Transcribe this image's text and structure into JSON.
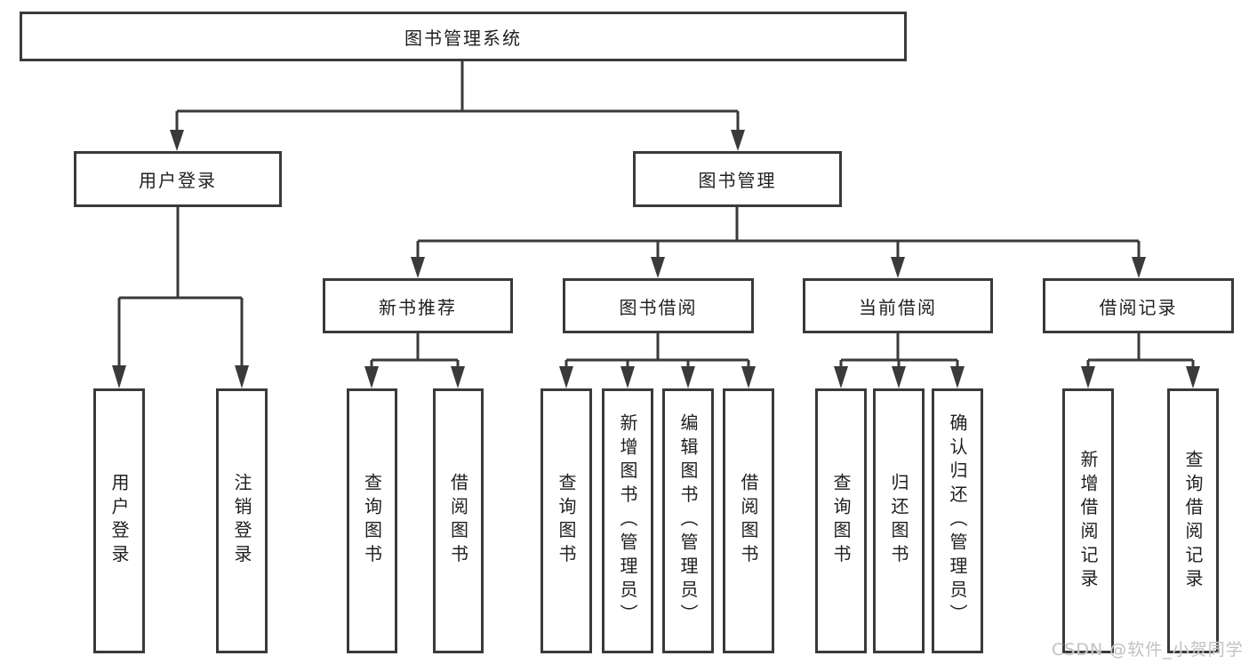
{
  "diagram": {
    "tree": {
      "label": "图书管理系统",
      "children": [
        {
          "label": "用户登录",
          "children": [
            {
              "label": "用户登录"
            },
            {
              "label": "注销登录"
            }
          ]
        },
        {
          "label": "图书管理",
          "children": [
            {
              "label": "新书推荐",
              "children": [
                {
                  "label": "查询图书"
                },
                {
                  "label": "借阅图书"
                }
              ]
            },
            {
              "label": "图书借阅",
              "children": [
                {
                  "label": "查询图书"
                },
                {
                  "label": "新增图书（管理员）"
                },
                {
                  "label": "编辑图书（管理员）"
                },
                {
                  "label": "借阅图书"
                }
              ]
            },
            {
              "label": "当前借阅",
              "children": [
                {
                  "label": "查询图书"
                },
                {
                  "label": "归还图书"
                },
                {
                  "label": "确认归还（管理员）"
                }
              ]
            },
            {
              "label": "借阅记录",
              "children": [
                {
                  "label": "新增借阅记录"
                },
                {
                  "label": "查询借阅记录"
                }
              ]
            }
          ]
        }
      ]
    },
    "colors": {
      "line": "#3a3a3a",
      "text": "#1f1f1f",
      "background": "#ffffff",
      "watermark": "#c2c2c2"
    },
    "watermark": "CSDN @软件_小贺同学"
  }
}
